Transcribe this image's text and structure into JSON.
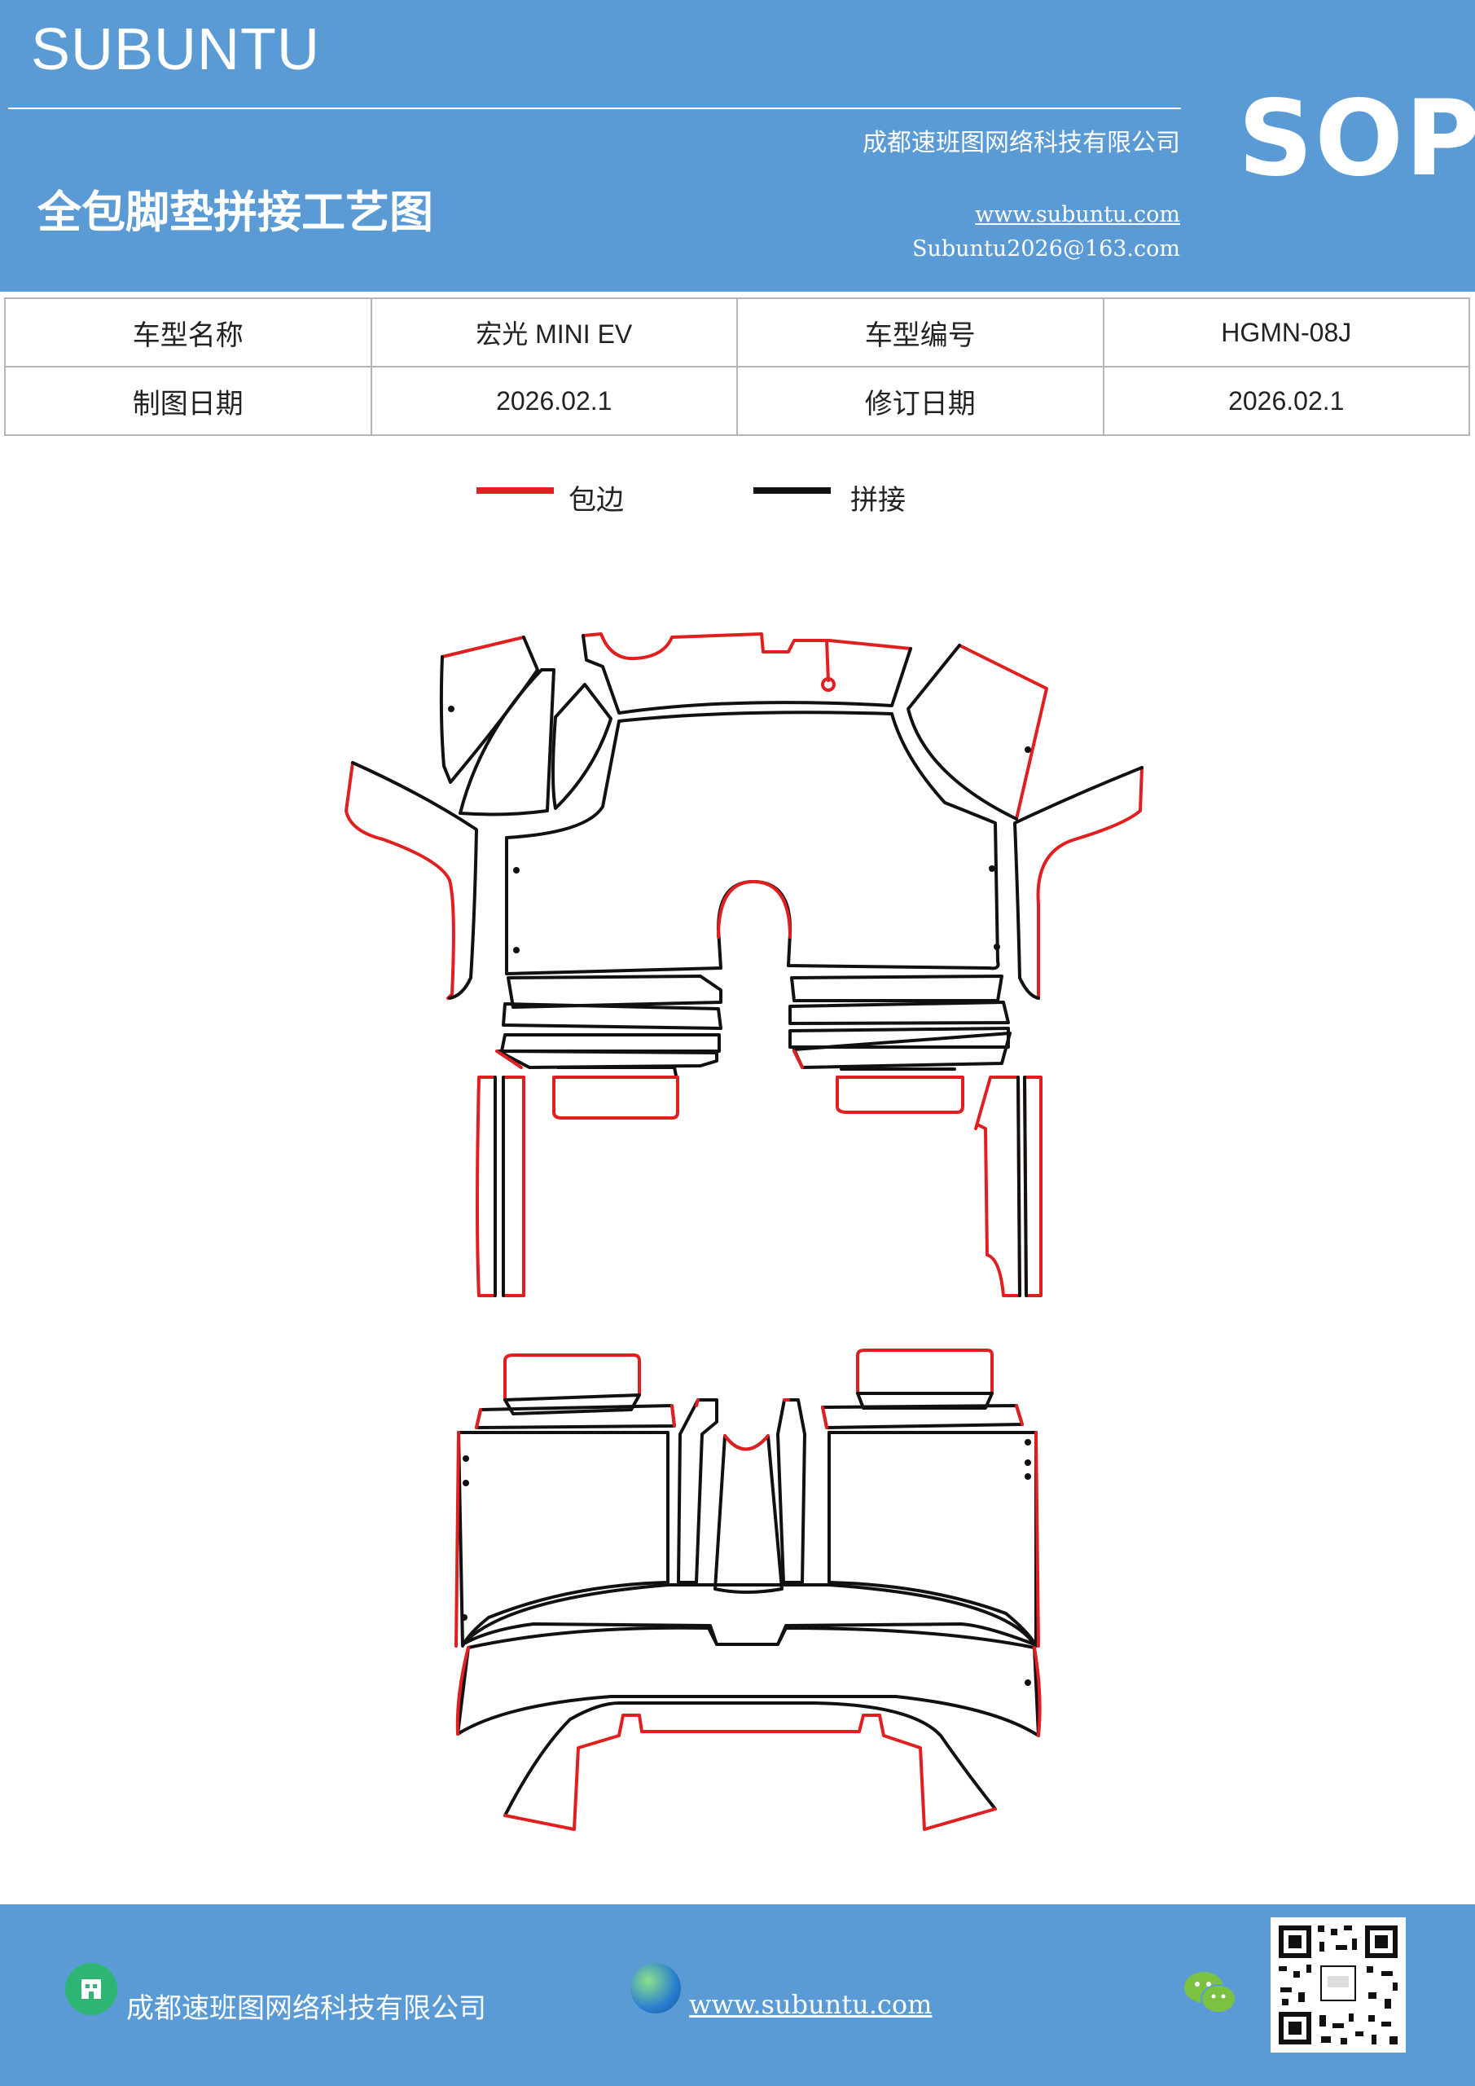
{
  "header": {
    "brand": "SUBUNTU",
    "company": "成都速班图网络科技有限公司",
    "title": "全包脚垫拼接工艺图",
    "website": "www.subuntu.com",
    "email": "Subuntu2026@163.com",
    "badge": "SOP"
  },
  "info": {
    "model_name_label": "车型名称",
    "model_name": "宏光 MINI  EV",
    "model_code_label": "车型编号",
    "model_code": "HGMN-08J",
    "draw_date_label": "制图日期",
    "draw_date": "2026.02.1",
    "revise_date_label": "修订日期",
    "revise_date": "2026.02.1"
  },
  "legend": {
    "edge_label": "包边",
    "edge_color": "#e02020",
    "joint_label": "拼接",
    "joint_color": "#111111"
  },
  "footer": {
    "company": "成都速班图网络科技有限公司",
    "website": "www.subuntu.com",
    "icons": [
      "building-icon",
      "globe-icon",
      "wechat-icon",
      "qr-code"
    ]
  }
}
